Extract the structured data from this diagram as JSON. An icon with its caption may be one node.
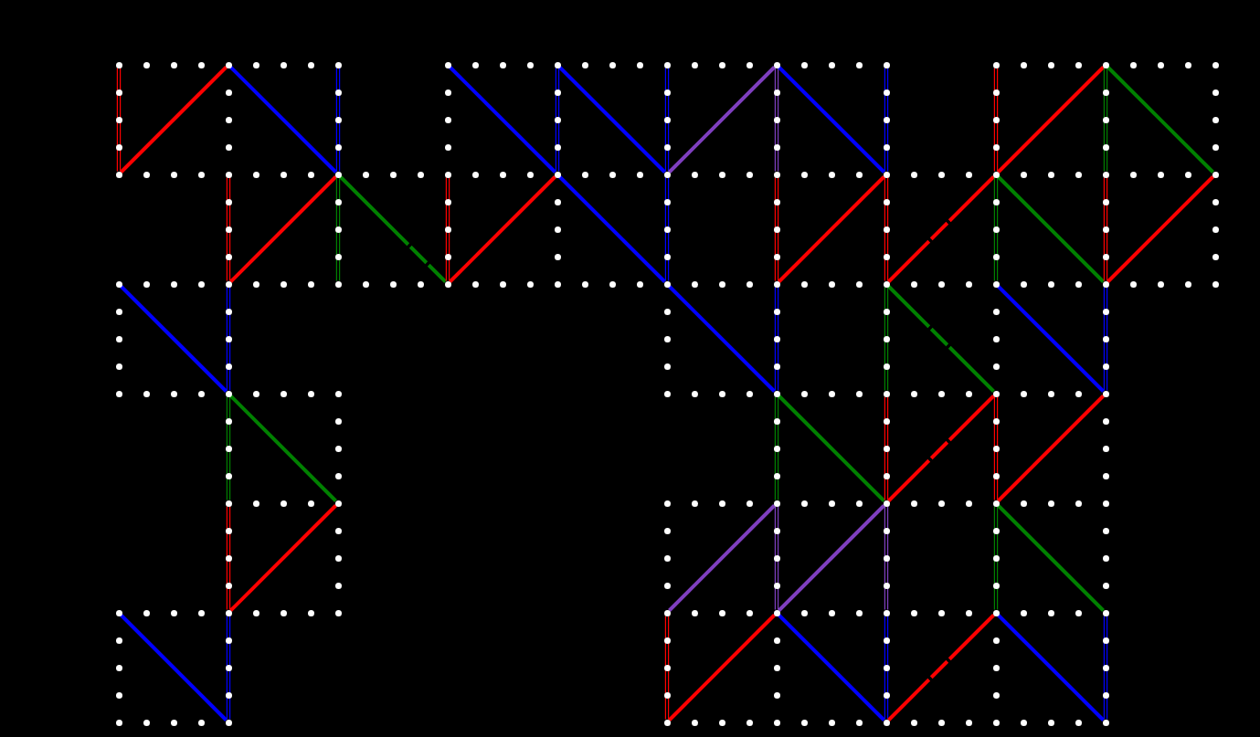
{
  "diagram": {
    "nodes": [
      {
        "text": [],
        "shape": "circle"
      },
      {
        "text": [],
        "shape": "circle"
      },
      {
        "text": [],
        "shape": "circle"
      },
      {
        "text": [],
        "shape": "circle"
      },
      {
        "text": [],
        "shape": "circle"
      },
      {
        "text": [],
        "shape": "circle"
      },
      {
        "text": [],
        "shape": "circle"
      },
      {
        "text": [],
        "shape": "circle"
      },
      {
        "text": [],
        "shape": "circle"
      },
      {
        "text": [],
        "shape": "circle"
      },
      {
        "text": [],
        "shape": "circle"
      },
      {
        "text": [],
        "shape": "circle"
      },
      {
        "text": [],
        "shape": "circle"
      },
      {
        "text": [],
        "shape": "circle"
      },
      {
        "text": [],
        "shape": "circle"
      },
      {
        "text": [],
        "shape": "circle"
      },
      {
        "text": [],
        "shape": "circle"
      },
      {
        "text": [],
        "shape": "circle"
      },
      {
        "text": [],
        "shape": "circle"
      },
      {
        "text": [],
        "shape": "circle"
      },
      {
        "text": [],
        "shape": "circle"
      },
      {
        "text": [],
        "shape": "circle"
      },
      {
        "text": [],
        "shape": "circle"
      },
      {
        "text": [],
        "shape": "circle"
      },
      {
        "text": [],
        "shape": "circle"
      },
      {
        "text": [],
        "shape": "circle"
      },
      {
        "text": [],
        "shape": "circle"
      },
      {
        "text": [],
        "shape": "circle"
      },
      {
        "text": [],
        "shape": "circle"
      },
      {
        "text": [],
        "shape": "circle"
      },
      {
        "text": [],
        "shape": "circle"
      },
      {
        "text": [],
        "shape": "circle"
      },
      {
        "text": [],
        "shape": "circle"
      },
      {
        "text": [],
        "shape": "circle"
      },
      {
        "text": [],
        "shape": "circle"
      },
      {
        "text": [],
        "shape": "circle"
      },
      {
        "text": [],
        "shape": "circle"
      },
      {
        "text": [],
        "shape": "circle"
      },
      {
        "text": [],
        "shape": "circle"
      },
      {
        "text": [],
        "shape": "circle"
      },
      {
        "text": [],
        "shape": "circle"
      },
      {
        "text": [],
        "shape": "circle"
      },
      {
        "text": [],
        "shape": "circle"
      },
      {
        "text": [],
        "shape": "circle"
      },
      {
        "text": [],
        "shape": "circle"
      },
      {
        "text": [],
        "shape": "circle"
      },
      {
        "text": [],
        "shape": "circle"
      },
      {
        "text": [],
        "shape": "circle"
      },
      {
        "text": [],
        "shape": "circle"
      },
      {
        "text": [],
        "shape": "circle"
      },
      {
        "text": [],
        "shape": "circle"
      }
    ],
    "edges": [
      {
        "from": 0,
        "to": 10,
        "arrow": "none",
        "color": "#ff0000"
      },
      {
        "from": 10,
        "to": 1,
        "arrow": "none",
        "color": "#ff0000"
      },
      {
        "from": 1,
        "to": 12,
        "arrow": "none",
        "color": "#0000ff"
      },
      {
        "from": 2,
        "to": 12,
        "arrow": "none",
        "color": "#0000ff"
      },
      {
        "from": 3,
        "to": 14,
        "arrow": "none",
        "color": "#0000ff"
      },
      {
        "from": 4,
        "to": 14,
        "arrow": "none",
        "color": "#0000ff"
      },
      {
        "from": 4,
        "to": 15,
        "arrow": "none",
        "color": "#0000ff"
      },
      {
        "from": 5,
        "to": 15,
        "arrow": "none",
        "color": "#0000ff"
      },
      {
        "from": 15,
        "to": 6,
        "arrow": "none",
        "color": "#7f3fbf"
      },
      {
        "from": 6,
        "to": 16,
        "arrow": "none",
        "color": "#7f3fbf"
      },
      {
        "from": 6,
        "to": 17,
        "arrow": "none",
        "color": "#0000ff"
      },
      {
        "from": 7,
        "to": 17,
        "arrow": "none",
        "color": "#0000ff"
      },
      {
        "from": 8,
        "to": 18,
        "arrow": "none",
        "color": "#ff0000"
      },
      {
        "from": 18,
        "to": 9,
        "arrow": "none",
        "color": "#ff0000"
      },
      {
        "from": 9,
        "to": 19,
        "arrow": "none",
        "color": "#008000"
      },
      {
        "from": 9,
        "to": 20,
        "arrow": "none",
        "color": "#008000"
      },
      {
        "from": 11,
        "to": 22,
        "arrow": "none",
        "color": "#ff0000"
      },
      {
        "from": 22,
        "to": 12,
        "arrow": "none",
        "color": "#ff0000"
      },
      {
        "from": 12,
        "to": 23,
        "arrow": "none",
        "color": "#008000"
      },
      {
        "from": 12,
        "to": 24,
        "arrow": "none",
        "style": "dashed",
        "color": "#008000"
      },
      {
        "from": 13,
        "to": 24,
        "arrow": "none",
        "color": "#ff0000"
      },
      {
        "from": 24,
        "to": 14,
        "arrow": "none",
        "color": "#ff0000"
      },
      {
        "from": 14,
        "to": 25,
        "arrow": "none",
        "color": "#0000ff"
      },
      {
        "from": 15,
        "to": 25,
        "arrow": "none",
        "color": "#0000ff"
      },
      {
        "from": 16,
        "to": 26,
        "arrow": "none",
        "color": "#ff0000"
      },
      {
        "from": 26,
        "to": 17,
        "arrow": "none",
        "color": "#ff0000"
      },
      {
        "from": 17,
        "to": 27,
        "arrow": "none",
        "color": "#ff0000"
      },
      {
        "from": 27,
        "to": 18,
        "arrow": "none",
        "style": "dashed",
        "color": "#ff0000"
      },
      {
        "from": 18,
        "to": 28,
        "arrow": "none",
        "color": "#008000"
      },
      {
        "from": 18,
        "to": 29,
        "arrow": "none",
        "color": "#008000"
      },
      {
        "from": 19,
        "to": 29,
        "arrow": "none",
        "color": "#ff0000"
      },
      {
        "from": 29,
        "to": 20,
        "arrow": "none",
        "color": "#ff0000"
      },
      {
        "from": 21,
        "to": 30,
        "arrow": "none",
        "color": "#0000ff"
      },
      {
        "from": 22,
        "to": 30,
        "arrow": "none",
        "color": "#0000ff"
      },
      {
        "from": 25,
        "to": 31,
        "arrow": "none",
        "color": "#0000ff"
      },
      {
        "from": 26,
        "to": 31,
        "arrow": "none",
        "color": "#0000ff"
      },
      {
        "from": 27,
        "to": 32,
        "arrow": "none",
        "color": "#008000"
      },
      {
        "from": 27,
        "to": 33,
        "arrow": "none",
        "style": "dashed",
        "color": "#008000"
      },
      {
        "from": 28,
        "to": 34,
        "arrow": "none",
        "color": "#0000ff"
      },
      {
        "from": 29,
        "to": 34,
        "arrow": "none",
        "color": "#0000ff"
      },
      {
        "from": 30,
        "to": 35,
        "arrow": "none",
        "color": "#008000"
      },
      {
        "from": 30,
        "to": 36,
        "arrow": "none",
        "color": "#008000"
      },
      {
        "from": 31,
        "to": 37,
        "arrow": "none",
        "color": "#008000"
      },
      {
        "from": 31,
        "to": 38,
        "arrow": "none",
        "color": "#008000"
      },
      {
        "from": 32,
        "to": 38,
        "arrow": "none",
        "color": "#ff0000"
      },
      {
        "from": 38,
        "to": 33,
        "arrow": "none",
        "style": "dashed",
        "color": "#ff0000"
      },
      {
        "from": 33,
        "to": 39,
        "arrow": "none",
        "color": "#ff0000"
      },
      {
        "from": 39,
        "to": 34,
        "arrow": "none",
        "color": "#ff0000"
      },
      {
        "from": 35,
        "to": 41,
        "arrow": "none",
        "color": "#ff0000"
      },
      {
        "from": 41,
        "to": 36,
        "arrow": "none",
        "color": "#ff0000"
      },
      {
        "from": 42,
        "to": 37,
        "arrow": "none",
        "color": "#7f3fbf"
      },
      {
        "from": 37,
        "to": 43,
        "arrow": "none",
        "color": "#7f3fbf"
      },
      {
        "from": 43,
        "to": 38,
        "arrow": "none",
        "color": "#7f3fbf"
      },
      {
        "from": 38,
        "to": 44,
        "arrow": "none",
        "color": "#7f3fbf"
      },
      {
        "from": 39,
        "to": 45,
        "arrow": "none",
        "color": "#008000"
      },
      {
        "from": 39,
        "to": 46,
        "arrow": "none",
        "color": "#008000"
      },
      {
        "from": 40,
        "to": 47,
        "arrow": "none",
        "color": "#0000ff"
      },
      {
        "from": 41,
        "to": 47,
        "arrow": "none",
        "color": "#0000ff"
      },
      {
        "from": 42,
        "to": 48,
        "arrow": "none",
        "color": "#ff0000"
      },
      {
        "from": 48,
        "to": 43,
        "arrow": "none",
        "color": "#ff0000"
      },
      {
        "from": 43,
        "to": 49,
        "arrow": "none",
        "color": "#0000ff"
      },
      {
        "from": 44,
        "to": 49,
        "arrow": "none",
        "color": "#0000ff"
      },
      {
        "from": 49,
        "to": 45,
        "arrow": "none",
        "style": "dashed",
        "color": "#ff0000"
      },
      {
        "from": 45,
        "to": 50,
        "arrow": "none",
        "color": "#0000ff"
      },
      {
        "from": 46,
        "to": 50,
        "arrow": "none",
        "color": "#0000ff"
      }
    ]
  }
}
